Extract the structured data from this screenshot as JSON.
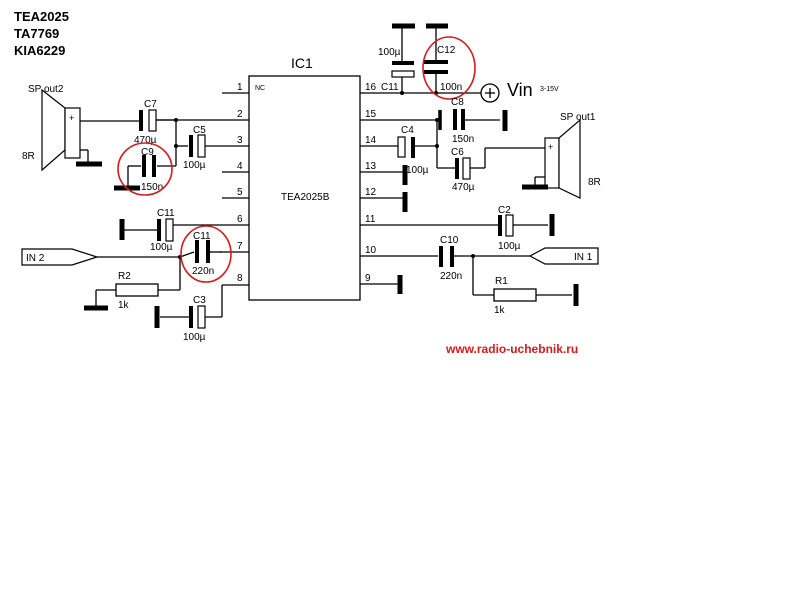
{
  "header": {
    "lines": [
      "TEA2025",
      "TA7769",
      "KIA6229"
    ]
  },
  "ic": {
    "ref": "IC1",
    "part": "TEA2025B",
    "nc_label": "NC",
    "left_pins": [
      "1",
      "2",
      "3",
      "4",
      "5",
      "6",
      "7",
      "8"
    ],
    "right_pins": [
      "16",
      "15",
      "14",
      "13",
      "12",
      "11",
      "10",
      "9"
    ]
  },
  "supply": {
    "label": "Vin",
    "range": "3-15V",
    "cap_elec_value": "100µ",
    "cap_elec_ref": "C11",
    "cap_cer_ref": "C12",
    "cap_cer_value": "100n"
  },
  "components": {
    "C7": {
      "ref": "C7",
      "value": "470µ"
    },
    "C5": {
      "ref": "C5",
      "value": "100µ"
    },
    "C9": {
      "ref": "C9",
      "value": "150n"
    },
    "C11a": {
      "ref": "C11",
      "value": "100µ"
    },
    "C11b": {
      "ref": "C11",
      "value": "220n"
    },
    "C3": {
      "ref": "C3",
      "value": "100µ"
    },
    "R2": {
      "ref": "R2",
      "value": "1k"
    },
    "C8": {
      "ref": "C8",
      "value": "150n"
    },
    "C4": {
      "ref": "C4",
      "value": "100µ"
    },
    "C6": {
      "ref": "C6",
      "value": "470µ"
    },
    "C2": {
      "ref": "C2",
      "value": "100µ"
    },
    "C10": {
      "ref": "C10",
      "value": "220n"
    },
    "R1": {
      "ref": "R1",
      "value": "1k"
    }
  },
  "speakers": {
    "left": {
      "label": "SP out2",
      "impedance": "8R",
      "polarity": "+"
    },
    "right": {
      "label": "SP out1",
      "impedance": "8R",
      "polarity": "+"
    }
  },
  "inputs": {
    "left": "IN 2",
    "right": "IN 1"
  },
  "footer": {
    "url": "www.radio-uchebnik.ru"
  },
  "colors": {
    "ink": "#000000",
    "highlight": "#d9191c",
    "background": "#ffffff"
  }
}
